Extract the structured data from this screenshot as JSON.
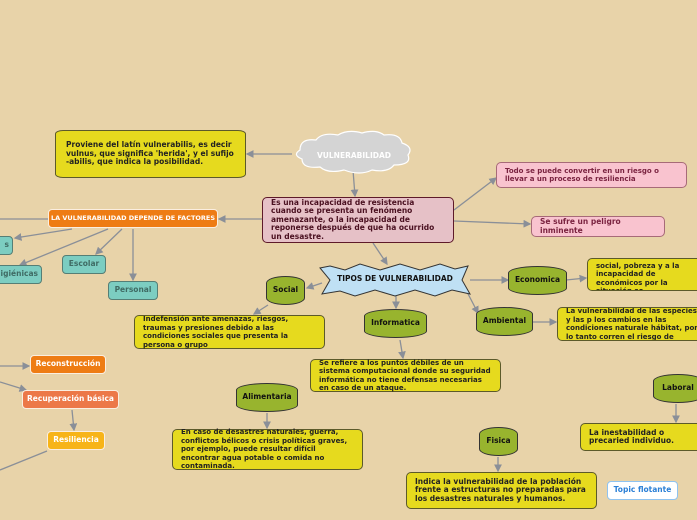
{
  "root": "VULNERABILIDAD",
  "etymology": "Proviene del latín vulnerabilis, es decir vulnus, que significa 'herida', y el sufijo -abilis, que indica la posibilidad.",
  "definition": "Es una incapacidad de resistencia cuando se presenta un fenómeno amenazante, o la incapacidad de reponerse después de que ha ocurrido un desastre.",
  "risk_note": "Todo se puede convertir en un riesgo o llevar a un proceso de resiliencia",
  "danger_note": "Se sufre un peligro inminente",
  "factors": {
    "title": "LA VULNERABILIDAD DEPENDE DE FACTORES",
    "items": [
      "s",
      "igiénicas",
      "Escolar",
      "Personal"
    ]
  },
  "types": {
    "title": "TIPOS DE VULNERABILIDAD",
    "social": {
      "label": "Social",
      "desc": "Indefensión ante amenazas, riesgos, traumas y presiones debido a las condiciones sociales que presenta la persona o grupo"
    },
    "economica": {
      "label": "Economica",
      "desc": "Se enmarca dentro de lo social, pobreza y a la incapacidad de económicos por la situación so"
    },
    "ambiental": {
      "label": "Ambiental",
      "desc": "La vulnerabilidad de las especies y las p los cambios en las condiciones naturale hábitat, por lo tanto corren el riesgo de"
    },
    "informatica": {
      "label": "Informatica",
      "desc": "Se refiere a los puntos débiles de un sistema computacional donde su seguridad informática no tiene defensas necesarias en caso de un ataque."
    },
    "alimentaria": {
      "label": "Alimentaria",
      "desc": "En caso de desastres naturales, guerra, conflictos bélicos o crisis políticas graves, por ejemplo, puede resultar difícil encontrar agua potable o comida no contaminada."
    },
    "laboral": {
      "label": "Laboral",
      "desc": "La inestabilidad o precaried individuo."
    },
    "fisica": {
      "label": "Fisica",
      "desc": "Indica la vulnerabilidad de la población frente a estructuras no preparadas para los desastres naturales y humanos."
    }
  },
  "resilience": [
    "Reconstrucción",
    "Recuperación básica",
    "Resiliencia"
  ],
  "floating": "Topic flotante"
}
